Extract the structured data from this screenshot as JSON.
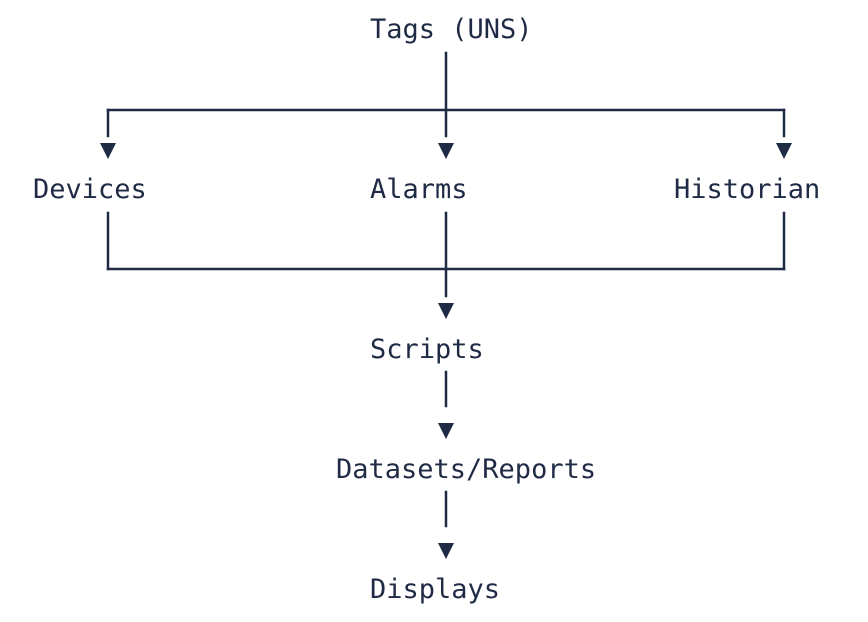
{
  "colors": {
    "ink": "#1f2a44",
    "background": "#ffffff"
  },
  "diagram": {
    "nodes": {
      "tags": {
        "label": "Tags (UNS)"
      },
      "devices": {
        "label": "Devices"
      },
      "alarms": {
        "label": "Alarms"
      },
      "historian": {
        "label": "Historian"
      },
      "scripts": {
        "label": "Scripts"
      },
      "datasets_reports": {
        "label": "Datasets/Reports"
      },
      "displays": {
        "label": "Displays"
      }
    },
    "edges": [
      {
        "from": "tags",
        "to": "devices"
      },
      {
        "from": "tags",
        "to": "alarms"
      },
      {
        "from": "tags",
        "to": "historian"
      },
      {
        "from": "devices",
        "to": "scripts"
      },
      {
        "from": "alarms",
        "to": "scripts"
      },
      {
        "from": "historian",
        "to": "scripts"
      },
      {
        "from": "scripts",
        "to": "datasets_reports"
      },
      {
        "from": "datasets_reports",
        "to": "displays"
      }
    ]
  }
}
